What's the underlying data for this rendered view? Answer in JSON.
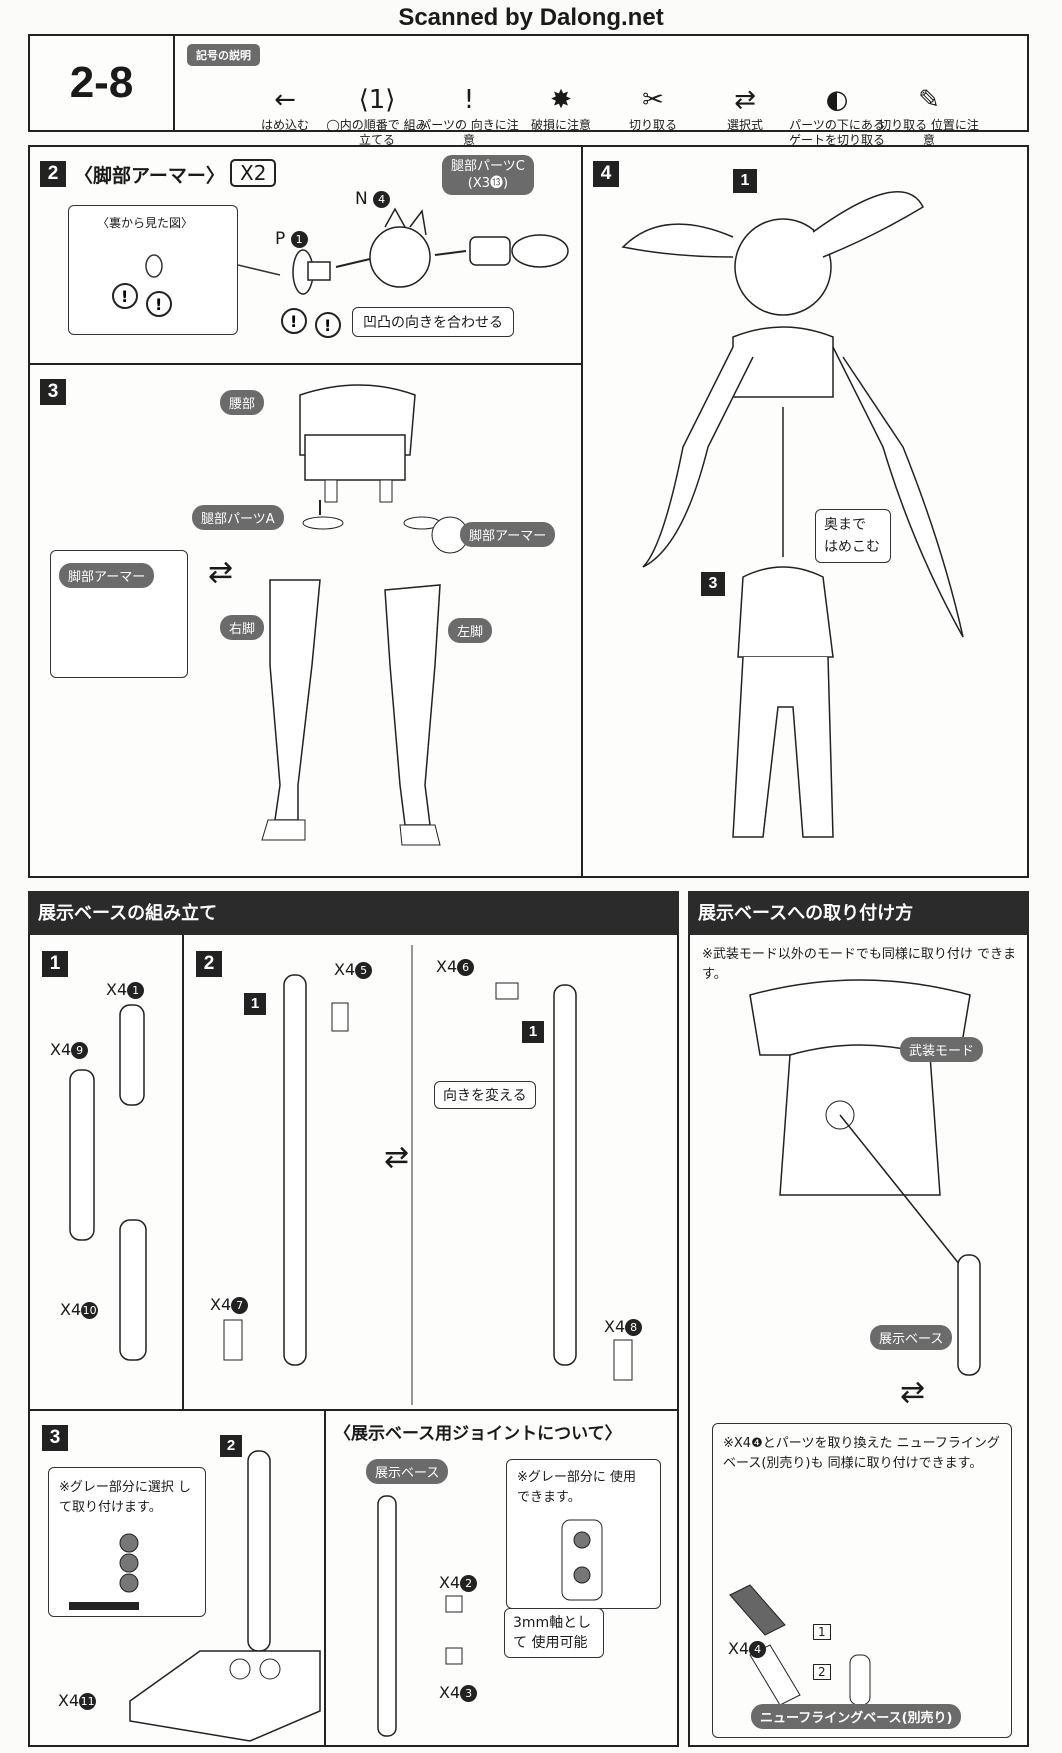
{
  "scan_title": "Scanned by Dalong.net",
  "header": {
    "step_id": "2-8",
    "legend_title": "記号の説明",
    "legend": [
      {
        "icon": "arrow-left-icon",
        "glyph": "←",
        "label": "はめ込む"
      },
      {
        "icon": "hexagon-number-icon",
        "glyph": "⟨1⟩",
        "label": "◯内の順番で 組み立てる"
      },
      {
        "icon": "exclamation-icon",
        "glyph": "!",
        "label": "パーツの 向きに注意"
      },
      {
        "icon": "breakage-icon",
        "glyph": "✸",
        "label": "破損に注意"
      },
      {
        "icon": "cut-icon",
        "glyph": "✂",
        "label": "切り取る"
      },
      {
        "icon": "choice-arrows-icon",
        "glyph": "⇄",
        "label": "選択式"
      },
      {
        "icon": "gate-under-icon",
        "glyph": "◐",
        "label": "パーツの下にある ゲートを切り取る"
      },
      {
        "icon": "cut-position-icon",
        "glyph": "✎",
        "label": "切り取る 位置に注意"
      }
    ]
  },
  "step2": {
    "num": "2",
    "title": "〈脚部アーマー〉",
    "times": "X2",
    "back_view": "〈裏から見た図〉",
    "part_p": "P",
    "part_p_num": "1",
    "part_n": "N",
    "part_n_num": "4",
    "part_c": "腿部パーツC",
    "part_c_sub": "(X3⓭)",
    "align_note": "凹凸の向きを合わせる"
  },
  "step3": {
    "num": "3",
    "waist": "腰部",
    "thigh_a": "腿部パーツA",
    "leg_armor_r": "脚部アーマー",
    "leg_armor_l": "脚部アーマー",
    "right_leg": "右脚",
    "left_leg": "左脚"
  },
  "step4": {
    "num": "4",
    "sub1": "1",
    "sub3": "3",
    "push_note": "奥まで はめこむ"
  },
  "base_assembly": {
    "title": "展示ベースの組み立て",
    "s1": {
      "num": "1",
      "a": "X4",
      "a_num": "1",
      "b": "X4",
      "b_num": "9",
      "c": "X4",
      "c_num": "10"
    },
    "s2": {
      "num": "2",
      "sub1": "1",
      "sub1b": "1",
      "a": "X4",
      "a_num": "5",
      "b": "X4",
      "b_num": "6",
      "c": "X4",
      "c_num": "7",
      "d": "X4",
      "d_num": "8",
      "turn": "向きを変える"
    },
    "s3": {
      "num": "3",
      "sub": "2",
      "note": "※グレー部分に選択 して取り付けます。",
      "a": "X4",
      "a_num": "11"
    },
    "joint": {
      "title": "〈展示ベース用ジョイントについて〉",
      "base_tag": "展示ベース",
      "note": "※グレー部分に 使用できます。",
      "a": "X4",
      "a_num": "2",
      "b": "X4",
      "b_num": "3",
      "axis": "3mm軸として 使用可能"
    }
  },
  "base_attach": {
    "title": "展示ベースへの取り付け方",
    "note": "※武装モード以外のモードでも同様に取り付け できます。",
    "mode_tag": "武装モード",
    "base_tag": "展示ベース",
    "swap_note": "※X4❹とパーツを取り換えた ニューフライングベース(別売り)も 同様に取り付けできます。",
    "x4": "X4",
    "x4_num": "4",
    "order1": "1",
    "order2": "2",
    "product_tag": "ニューフライングベース(別売り)"
  }
}
